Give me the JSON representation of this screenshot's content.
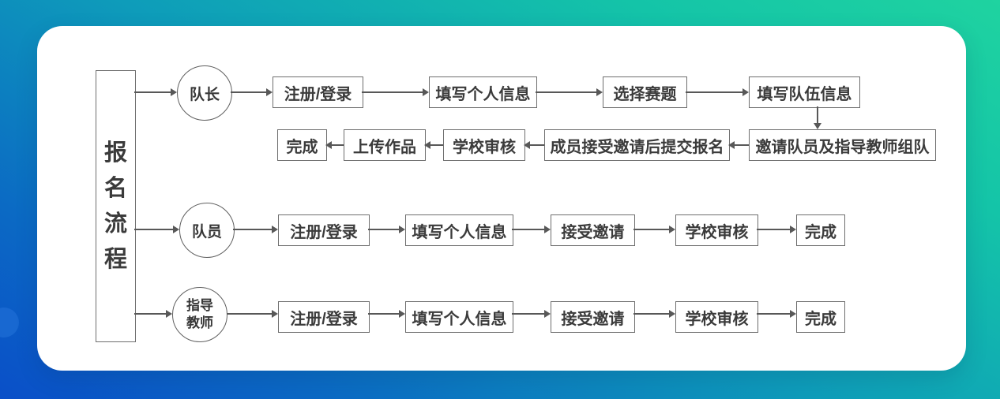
{
  "theme": {
    "bg_gradient_start": "#1fd3a0",
    "bg_gradient_mid": "#0e9cba",
    "bg_gradient_end": "#0a4fc8",
    "card_bg": "#ffffff",
    "shape_border": "#6e6e6e",
    "text_color": "#3b3b3b",
    "arrow_color": "#585858"
  },
  "flow": {
    "title": "报名流程",
    "title_chars": [
      "报",
      "名",
      "流",
      "程"
    ],
    "rows": [
      {
        "role": "队长",
        "top_steps": [
          "注册/登录",
          "填写个人信息",
          "选择赛题",
          "填写队伍信息"
        ],
        "bottom_steps": [
          "完成",
          "上传作品",
          "学校审核",
          "成员接受邀请后提交报名",
          "邀请队员及指导教师组队"
        ]
      },
      {
        "role": "队员",
        "steps": [
          "注册/登录",
          "填写个人信息",
          "接受邀请",
          "学校审核",
          "完成"
        ]
      },
      {
        "role": "指导教师",
        "steps": [
          "注册/登录",
          "填写个人信息",
          "接受邀请",
          "学校审核",
          "完成"
        ]
      }
    ]
  }
}
